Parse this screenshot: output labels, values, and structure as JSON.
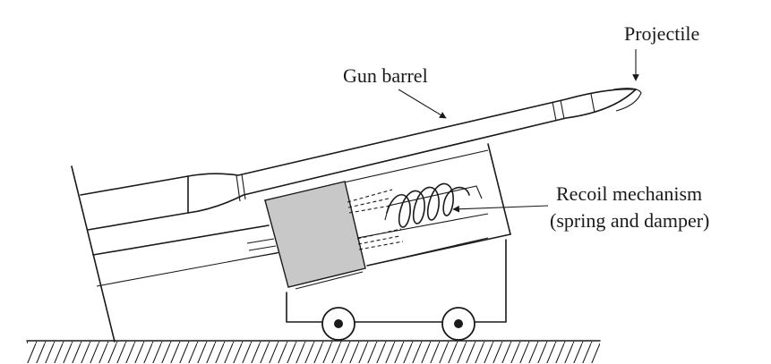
{
  "labels": {
    "projectile": "Projectile",
    "gun_barrel": "Gun barrel",
    "recoil_line1": "Recoil mechanism",
    "recoil_line2": "(spring and damper)"
  },
  "colors": {
    "ink": "#1a1a1a",
    "piston_fill": "#c8c8c8",
    "background": "#ffffff"
  }
}
